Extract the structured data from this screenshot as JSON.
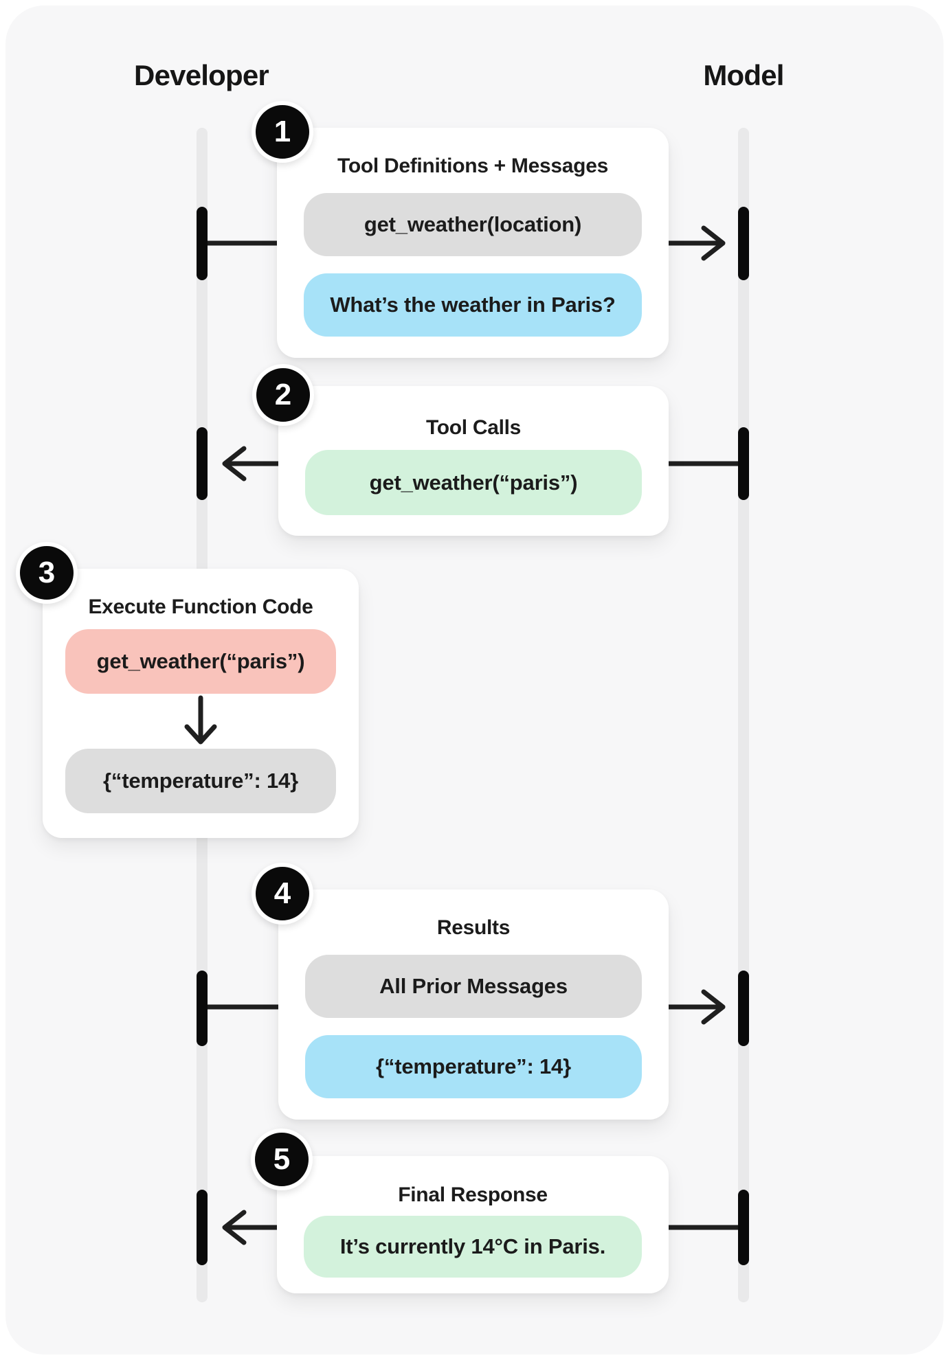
{
  "diagram": {
    "actors": {
      "left": "Developer",
      "right": "Model"
    },
    "colors": {
      "gray": "#DDDDDD",
      "blue": "#A7E2F8",
      "green": "#D3F2DC",
      "red": "#F9C3BB",
      "panel": "#F7F7F8",
      "lifeline": "#E9E9EA",
      "ink": "#0a0a0a"
    },
    "steps": [
      {
        "number": "1",
        "title": "Tool Definitions + Messages",
        "direction": "developer-to-model",
        "pills": [
          {
            "text": "get_weather(location)",
            "color": "gray"
          },
          {
            "text": "What’s the weather in Paris?",
            "color": "blue"
          }
        ]
      },
      {
        "number": "2",
        "title": "Tool Calls",
        "direction": "model-to-developer",
        "pills": [
          {
            "text": "get_weather(“paris”)",
            "color": "green"
          }
        ]
      },
      {
        "number": "3",
        "title": "Execute Function Code",
        "direction": "internal-down",
        "pills": [
          {
            "text": "get_weather(“paris”)",
            "color": "red"
          },
          {
            "text": "{“temperature”: 14}",
            "color": "gray"
          }
        ]
      },
      {
        "number": "4",
        "title": "Results",
        "direction": "developer-to-model",
        "pills": [
          {
            "text": "All Prior Messages",
            "color": "gray"
          },
          {
            "text": "{“temperature”: 14}",
            "color": "blue"
          }
        ]
      },
      {
        "number": "5",
        "title": "Final Response",
        "direction": "model-to-developer",
        "pills": [
          {
            "text": "It’s currently 14°C in Paris.",
            "color": "green"
          }
        ]
      }
    ]
  }
}
